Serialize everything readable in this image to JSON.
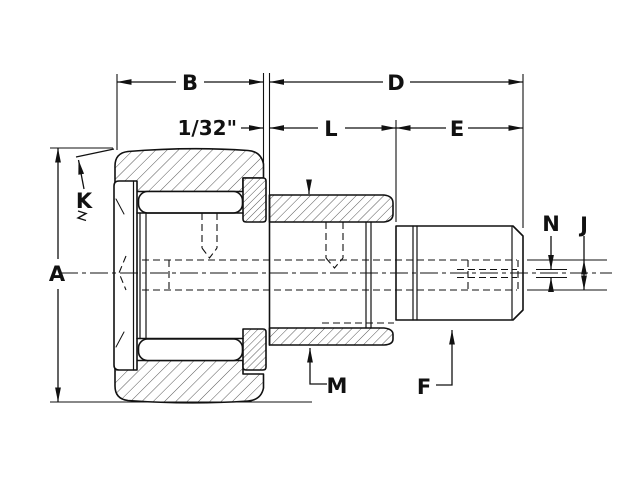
{
  "drawing": {
    "labels": {
      "A": "A",
      "B": "B",
      "D": "D",
      "E": "E",
      "F": "F",
      "J": "J",
      "K": "K",
      "L": "L",
      "M": "M",
      "N": "N",
      "gap_dimension": "1/32\""
    },
    "colors": {
      "line": "#111111",
      "background": "#ffffff"
    }
  }
}
